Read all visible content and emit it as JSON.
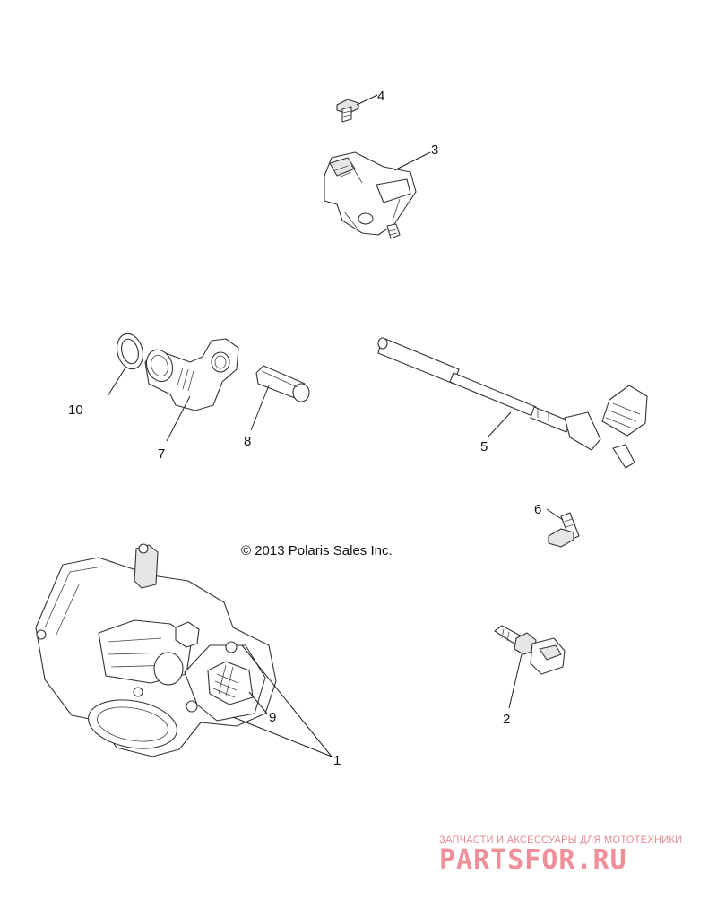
{
  "diagram": {
    "copyright": "© 2013 Polaris Sales Inc.",
    "labels": {
      "p1": "1",
      "p2": "2",
      "p3": "3",
      "p4": "4",
      "p5": "5",
      "p6": "6",
      "p7": "7",
      "p8": "8",
      "p9": "9",
      "p10": "10"
    }
  },
  "watermark": {
    "tagline": "ЗАПЧАСТИ И АКСЕССУАРЫ ДЛЯ МОТОТЕХНИКИ",
    "logo": "PARTSFOR.RU"
  },
  "colors": {
    "line": "#333333",
    "watermark": "#ef8f9a"
  }
}
